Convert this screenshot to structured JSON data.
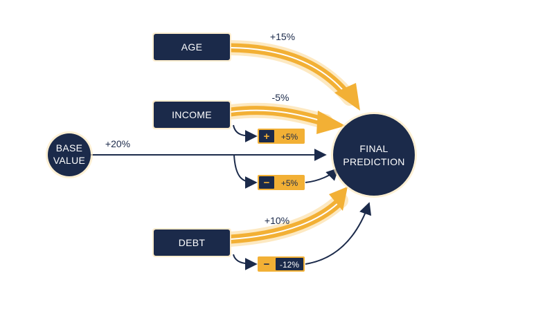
{
  "colors": {
    "navy": "#1b2a4a",
    "orange": "#f2b035",
    "glow": "#fde9c2",
    "background": "#ffffff"
  },
  "nodes": {
    "base": {
      "line1": "BASE",
      "line2": "VALUE"
    },
    "final": {
      "line1": "FINAL",
      "line2": "PREDICTION"
    },
    "age": {
      "label": "AGE"
    },
    "income": {
      "label": "INCOME"
    },
    "debt": {
      "label": "DEBT"
    }
  },
  "contributions": {
    "base": "+20%",
    "age": "+15%",
    "income": "-5%",
    "debt": "+10%"
  },
  "badges": {
    "income_positive": {
      "symbol": "+",
      "value": "+5%"
    },
    "income_negative": {
      "symbol": "−",
      "value": "+5%"
    },
    "debt": {
      "symbol": "−",
      "value": "-12%"
    }
  }
}
